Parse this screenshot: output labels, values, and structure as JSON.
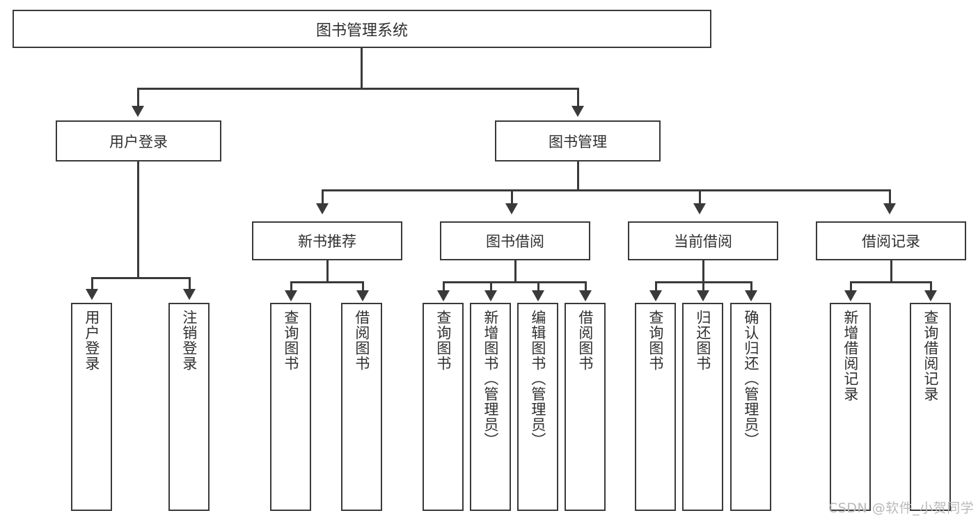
{
  "diagram": {
    "title": "图书管理系统",
    "type": "hierarchy-tree",
    "root": {
      "label": "图书管理系统"
    },
    "level2": [
      {
        "label": "用户登录"
      },
      {
        "label": "图书管理"
      }
    ],
    "level3": [
      {
        "label": "新书推荐"
      },
      {
        "label": "图书借阅"
      },
      {
        "label": "当前借阅"
      },
      {
        "label": "借阅记录"
      }
    ],
    "leaves": {
      "user_login": [
        {
          "label": "用户登录"
        },
        {
          "label": "注销登录"
        }
      ],
      "new_book_recommend": [
        {
          "label": "查询图书"
        },
        {
          "label": "借阅图书"
        }
      ],
      "book_borrow": [
        {
          "label": "查询图书"
        },
        {
          "label": "新增图书（管理员）"
        },
        {
          "label": "编辑图书（管理员）"
        },
        {
          "label": "借阅图书"
        }
      ],
      "current_borrow": [
        {
          "label": "查询图书"
        },
        {
          "label": "归还图书"
        },
        {
          "label": "确认归还（管理员）"
        }
      ],
      "borrow_record": [
        {
          "label": "新增借阅记录"
        },
        {
          "label": "查询借阅记录"
        }
      ]
    }
  },
  "watermark": {
    "text": "CSDN @软件_小贺同学"
  },
  "colors": {
    "border": "#3a3a3a",
    "text": "#2f2f2f",
    "background": "#ffffff",
    "watermark": "#b9b9b9"
  }
}
